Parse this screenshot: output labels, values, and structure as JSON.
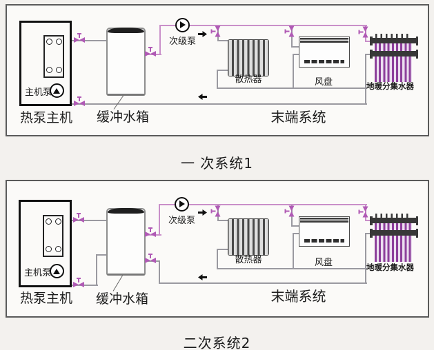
{
  "colors": {
    "page_bg": "#f3f1ee",
    "panel_bg": "#fbfaf8",
    "frame": "#5a5a5a",
    "pipe": "#9a99a0",
    "pipe_hot": "#c98fc9",
    "valve": "#b05ab5",
    "manifold": "#8d3f9b",
    "component_dark": "#383838",
    "text": "#1c1c1c"
  },
  "diagrams": [
    {
      "caption": "一 次系统1",
      "labels": {
        "main_pump": "主机泵",
        "heat_pump_unit": "热泵主机",
        "buffer_tank": "缓冲水箱",
        "secondary_pump": "次级泵",
        "radiator": "散热器",
        "fan_coil": "风盘",
        "floor_manifold": "地暖分集水器",
        "terminal_system": "末端系统"
      }
    },
    {
      "caption": "二次系统2",
      "labels": {
        "main_pump": "主机泵",
        "heat_pump_unit": "热泵主机",
        "buffer_tank": "缓冲水箱",
        "secondary_pump": "次级泵",
        "radiator": "散热器",
        "fan_coil": "风盘",
        "floor_manifold": "地暖分集水器",
        "terminal_system": "末端系统"
      }
    }
  ]
}
